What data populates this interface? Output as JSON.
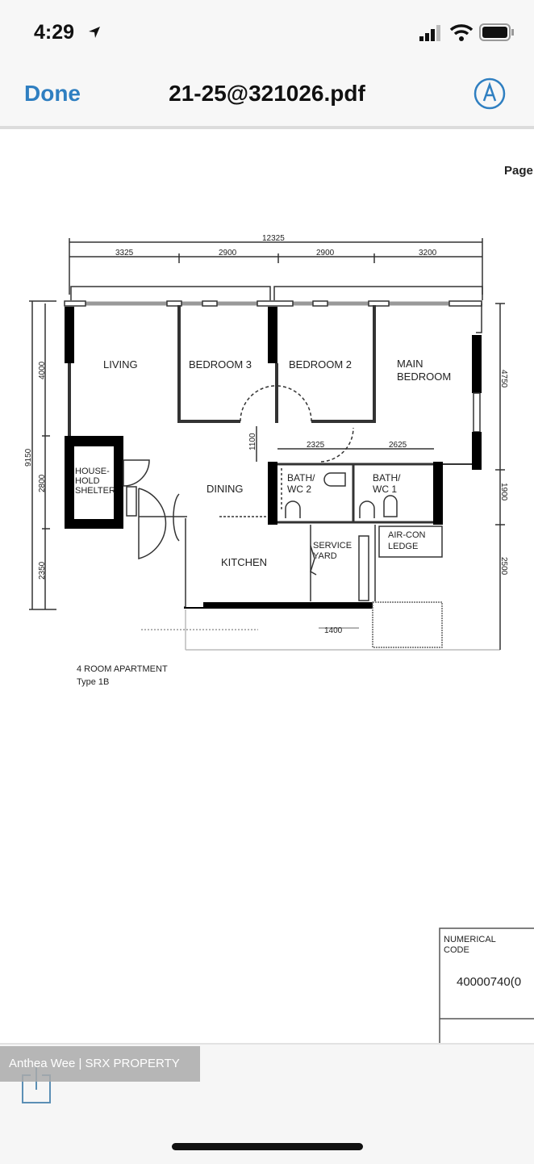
{
  "status_bar": {
    "time": "4:29",
    "icons": [
      "location-arrow-icon",
      "signal-icon",
      "wifi-icon",
      "battery-icon"
    ]
  },
  "nav": {
    "done_label": "Done",
    "title": "21-25@321026.pdf",
    "markup_icon": "markup-pen-icon",
    "accent": "#2f7fc1"
  },
  "document": {
    "page_label": "Page",
    "dimensions_top": {
      "total": "12325",
      "segments": [
        "3325",
        "2900",
        "2900",
        "3200"
      ]
    },
    "dimensions_left": {
      "total": "9150",
      "segments": [
        "4000",
        "2800",
        "2350"
      ]
    },
    "dimensions_right": [
      "4750",
      "1900",
      "2500"
    ],
    "dimensions_inner": [
      "1100",
      "2325",
      "2625",
      "1400"
    ],
    "rooms": {
      "living": "LIVING",
      "bedroom3": "BEDROOM  3",
      "bedroom2": "BEDROOM  2",
      "main_bedroom_1": "MAIN",
      "main_bedroom_2": "BEDROOM",
      "shelter_1": "HOUSE-",
      "shelter_2": "HOLD",
      "shelter_3": "SHELTER",
      "dining": "DINING",
      "bath2_1": "BATH/",
      "bath2_2": "WC  2",
      "bath1_1": "BATH/",
      "bath1_2": "WC  1",
      "aircon_1": "AIR-CON",
      "aircon_2": "LEDGE",
      "kitchen": "KITCHEN",
      "service_1": "SERVICE",
      "service_2": "YARD"
    },
    "caption_1": "4 ROOM APARTMENT",
    "caption_2": "Type 1B",
    "code_label_1": "NUMERICAL",
    "code_label_2": "CODE",
    "code_value": "40000740(0"
  },
  "toolbar": {
    "share_icon": "share-icon"
  },
  "watermark": "Anthea Wee | SRX PROPERTY"
}
